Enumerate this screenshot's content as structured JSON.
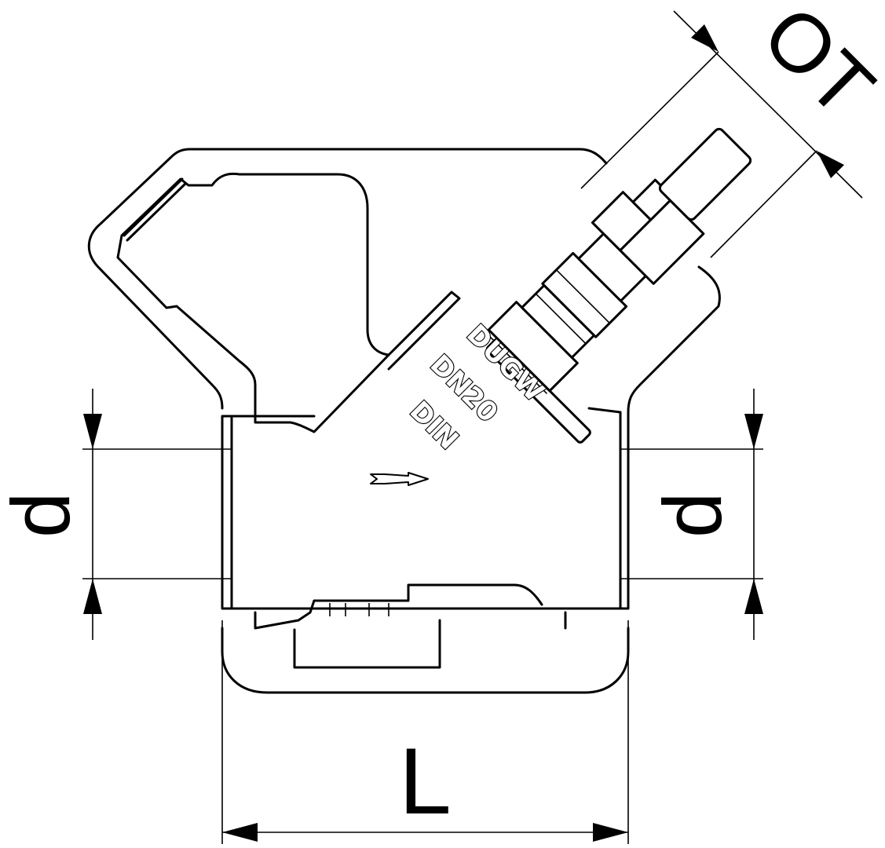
{
  "drawing": {
    "title": "Y-strainer / valve dimension drawing",
    "markings": [
      "DUGW",
      "DN20",
      "DIN"
    ],
    "dimensions": {
      "ot_label": "OT",
      "d_left_label": "d",
      "d_right_label": "d",
      "l_label": "L"
    },
    "colors": {
      "line": "#000000",
      "background": "#ffffff"
    }
  }
}
